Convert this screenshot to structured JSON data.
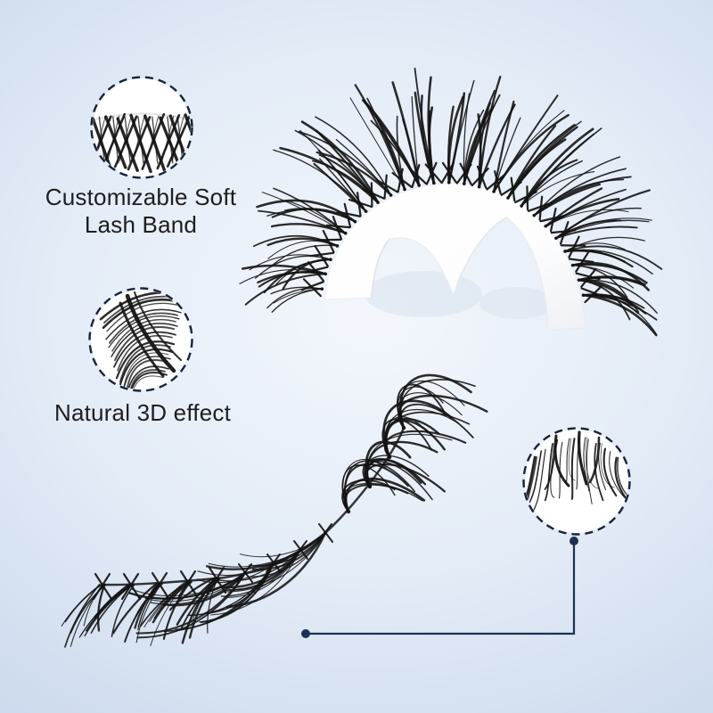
{
  "background": {
    "center_color": "#f3f7fc",
    "edge_color": "#c2d3ea"
  },
  "colors": {
    "text": "#1e1e1e",
    "lash": "#141414",
    "dash_border": "#17233c",
    "connector": "#1d3253",
    "circle_fill": "#ffffff",
    "tray_edge": "#e8ecf1",
    "tray_shadow": "#ccd8e8"
  },
  "callouts": {
    "band": {
      "line1": "Customizable Soft",
      "line2": "Lash Band",
      "icon": "lash-band-closeup"
    },
    "effect3d": {
      "label": "Natural 3D effect",
      "icon": "lash-curl-closeup"
    },
    "tips": {
      "icon": "lash-tips-closeup"
    }
  }
}
